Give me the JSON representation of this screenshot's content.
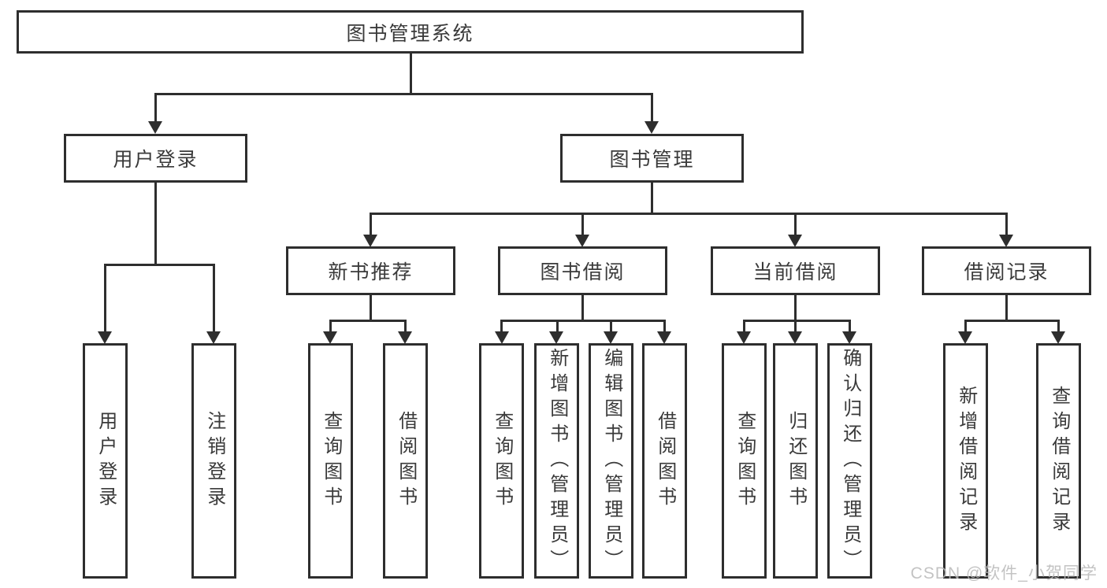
{
  "colors": {
    "line": "#2e2e2e",
    "text": "#3a3a3a",
    "watermark": "#b9b9b9",
    "background": "#ffffff"
  },
  "watermark": "CSDN @软件_小贺同学",
  "nodes": {
    "root": "图书管理系统",
    "level2": {
      "user_login": "用户登录",
      "book_mgmt": "图书管理"
    },
    "level3": {
      "new_book": "新书推荐",
      "book_borrow": "图书借阅",
      "current_borrow": "当前借阅",
      "borrow_record": "借阅记录"
    },
    "leaves": {
      "user_login": "用户登录",
      "logout": "注销登录",
      "nb_query": "查询图书",
      "nb_borrow": "借阅图书",
      "bb_query": "查询图书",
      "bb_add": "新增图书（管理员）",
      "bb_edit": "编辑图书（管理员）",
      "bb_borrow": "借阅图书",
      "cb_query": "查询图书",
      "cb_return": "归还图书",
      "cb_confirm": "确认归还（管理员）",
      "br_add": "新增借阅记录",
      "br_query": "查询借阅记录"
    }
  }
}
